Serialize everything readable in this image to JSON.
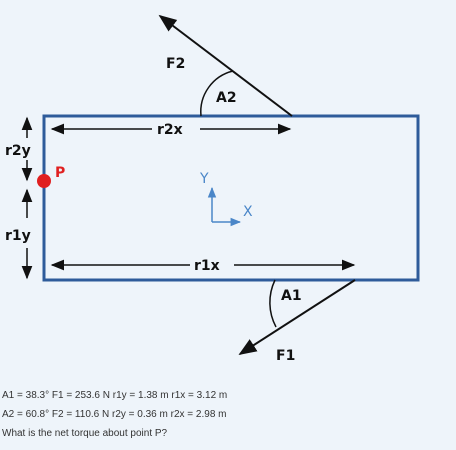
{
  "diagram": {
    "labels": {
      "F1": "F1",
      "F2": "F2",
      "A1": "A1",
      "A2": "A2",
      "r1x": "r1x",
      "r2x": "r2x",
      "r1y": "r1y",
      "r2y": "r2y",
      "P": "P",
      "X": "X",
      "Y": "Y"
    },
    "colors": {
      "box_stroke": "#2e5b9a",
      "point": "#e02020",
      "axes": "#4a86c8",
      "background": "#eef4fa"
    }
  },
  "problem": {
    "line1": "A1 = 38.3°   F1 = 253.6 N   r1y = 1.38 m  r1x = 3.12 m",
    "line2": "A2 = 60.8°   F2 = 110.6 N   r2y = 0.36 m  r2x = 2.98 m",
    "question": "What is the net torque about point P?"
  }
}
